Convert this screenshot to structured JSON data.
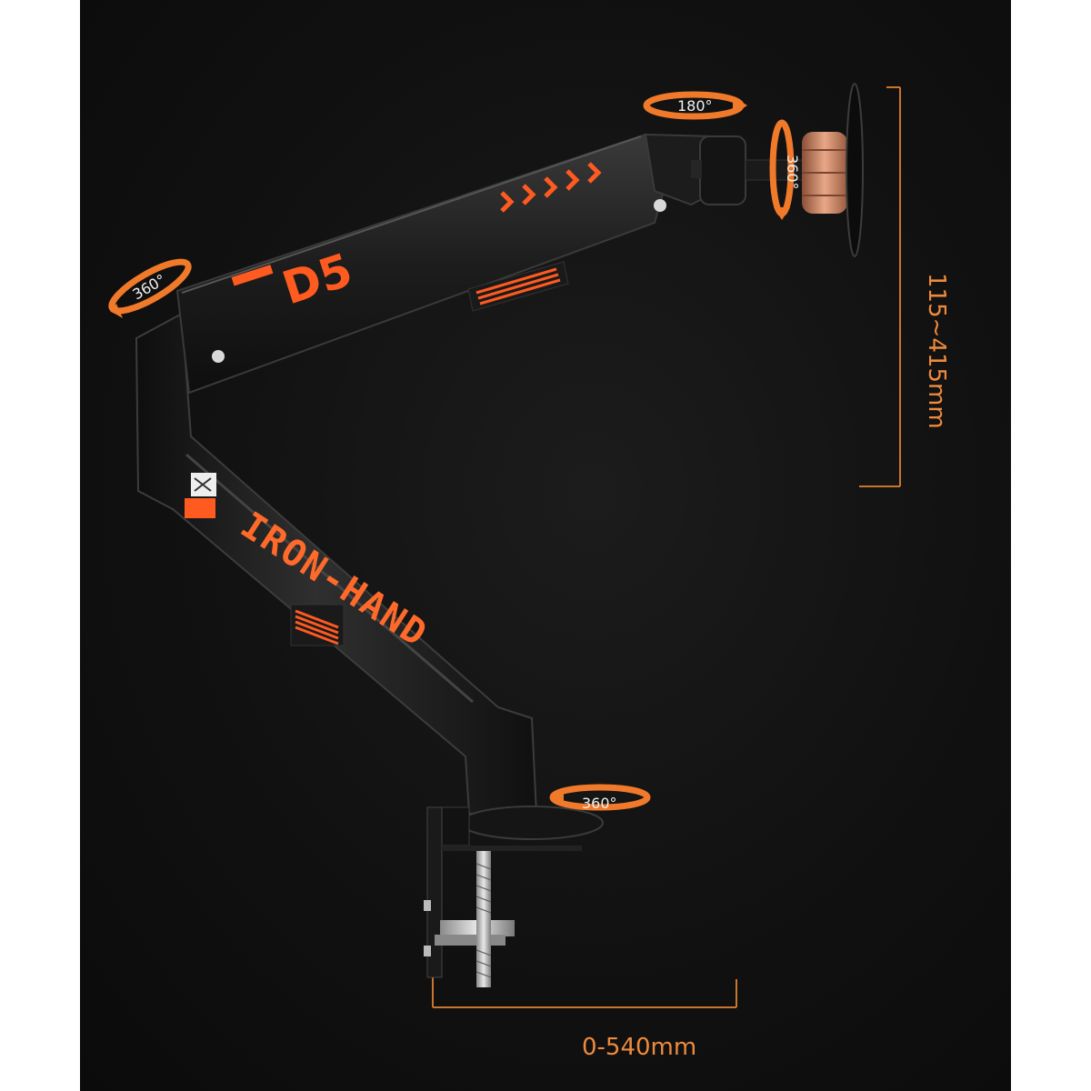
{
  "product": {
    "brand_text": "IRON-HAND",
    "model_text": "D5"
  },
  "rotation_labels": {
    "top_joint": "180°",
    "vesa_plate": "360°",
    "elbow": "360°",
    "base": "360°"
  },
  "dimensions": {
    "height_range": "115~415mm",
    "reach_range": "0-540mm"
  },
  "colors": {
    "background": "#121212",
    "accent": "#ff5a20",
    "dimension_lines": "#c8762e",
    "copper": "#d38b6d"
  }
}
